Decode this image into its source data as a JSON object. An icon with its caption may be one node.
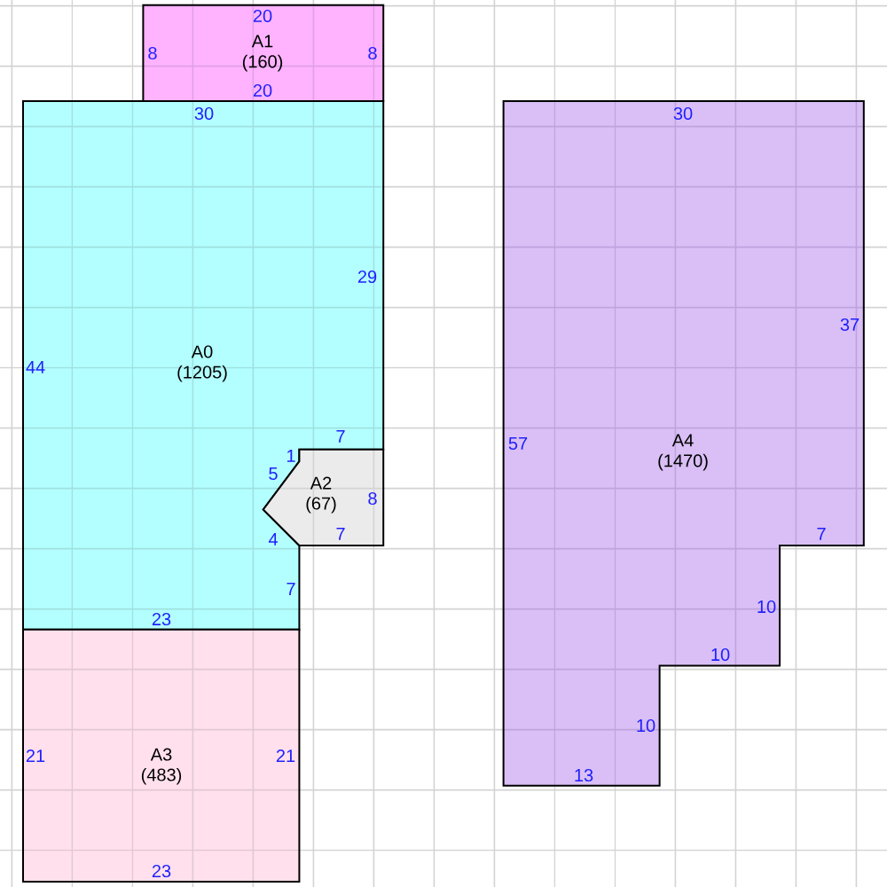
{
  "diagram": {
    "nodes": [
      {
        "text": [
          "A1",
          "(160)",
          "20",
          "8",
          "8",
          "20"
        ]
      },
      {
        "text": [
          "A0",
          "(1205)",
          "30",
          "29",
          "44",
          "7",
          "1",
          "5",
          "4",
          "7",
          "23"
        ]
      },
      {
        "text": [
          "A2",
          "(67)",
          "8",
          "7"
        ]
      },
      {
        "text": [
          "A3",
          "(483)",
          "21",
          "21",
          "23"
        ]
      },
      {
        "text": [
          "A4",
          "(1470)",
          "30",
          "37",
          "57",
          "7",
          "10",
          "10",
          "10",
          "13"
        ]
      }
    ]
  }
}
